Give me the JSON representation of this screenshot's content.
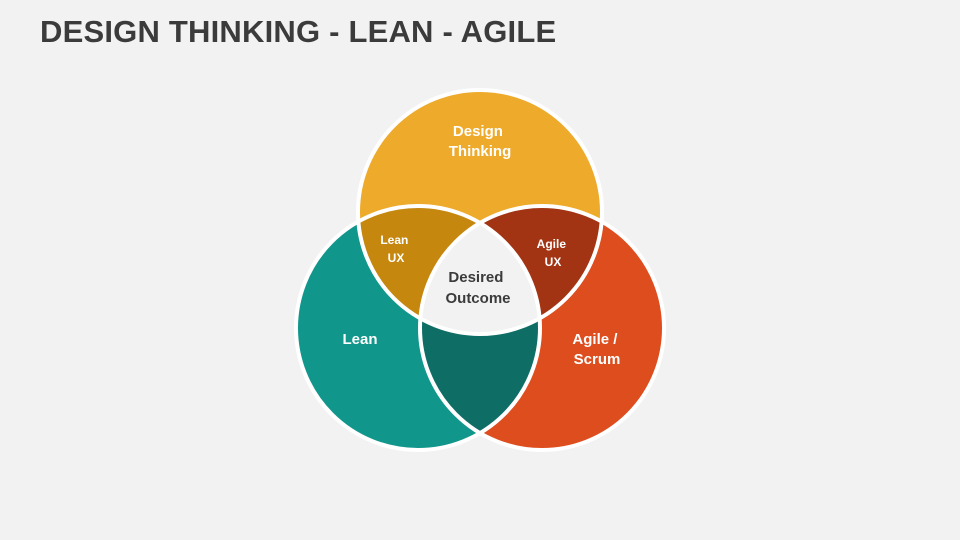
{
  "title": "DESIGN THINKING - LEAN - AGILE",
  "colors": {
    "background": "#f2f2f2",
    "design_thinking": "#eeaa2b",
    "lean": "#11968c",
    "agile_scrum": "#dd4d1d",
    "lean_ux": "#c6870f",
    "agile_ux": "#a23413",
    "lean_agile_overlap": "#0e6e66",
    "desired_outcome": "#f2f2f2",
    "outline": "#ffffff"
  },
  "circles": {
    "design_thinking": [
      "Design",
      "Thinking"
    ],
    "lean": [
      "Lean"
    ],
    "agile_scrum": [
      "Agile /",
      "Scrum"
    ]
  },
  "overlaps": {
    "lean_ux": [
      "Lean",
      "UX"
    ],
    "agile_ux": [
      "Agile",
      "UX"
    ],
    "lean_agile": []
  },
  "center": [
    "Desired",
    "Outcome"
  ]
}
